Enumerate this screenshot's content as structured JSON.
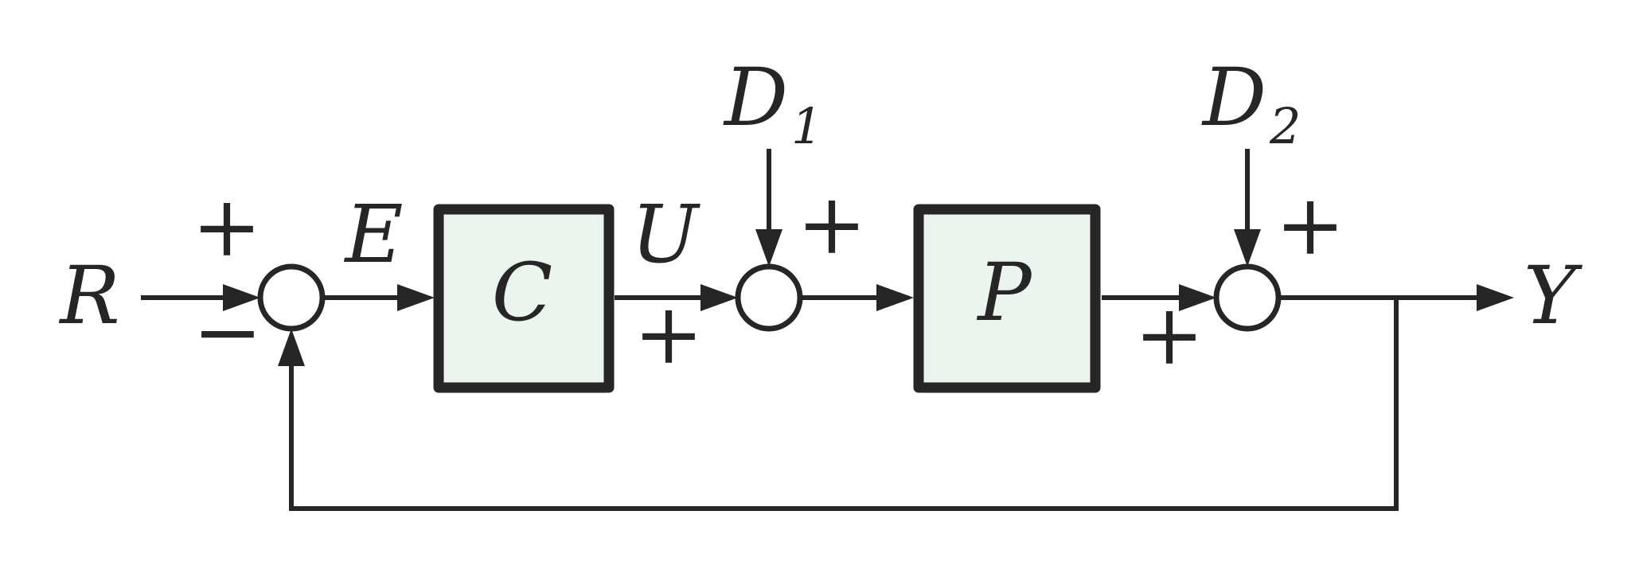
{
  "colors": {
    "background": "#ffffff",
    "line": "#262626",
    "block_fill": "#ecf4ee",
    "sum_fill": "#ffffff"
  },
  "nodes": {
    "input_label": "R",
    "error_label": "E",
    "control_label": "U",
    "controller_label": "C",
    "plant_label": "P",
    "disturbance1": {
      "base": "D",
      "sub": "1"
    },
    "disturbance2": {
      "base": "D",
      "sub": "2"
    },
    "output_label": "Y"
  },
  "signs": {
    "sum1_reference_plus": "+",
    "sum1_feedback_minus": "−",
    "sum2_input_plus": "+",
    "sum2_disturbance_plus": "+",
    "sum3_input_plus": "+",
    "sum3_disturbance_plus": "+"
  }
}
